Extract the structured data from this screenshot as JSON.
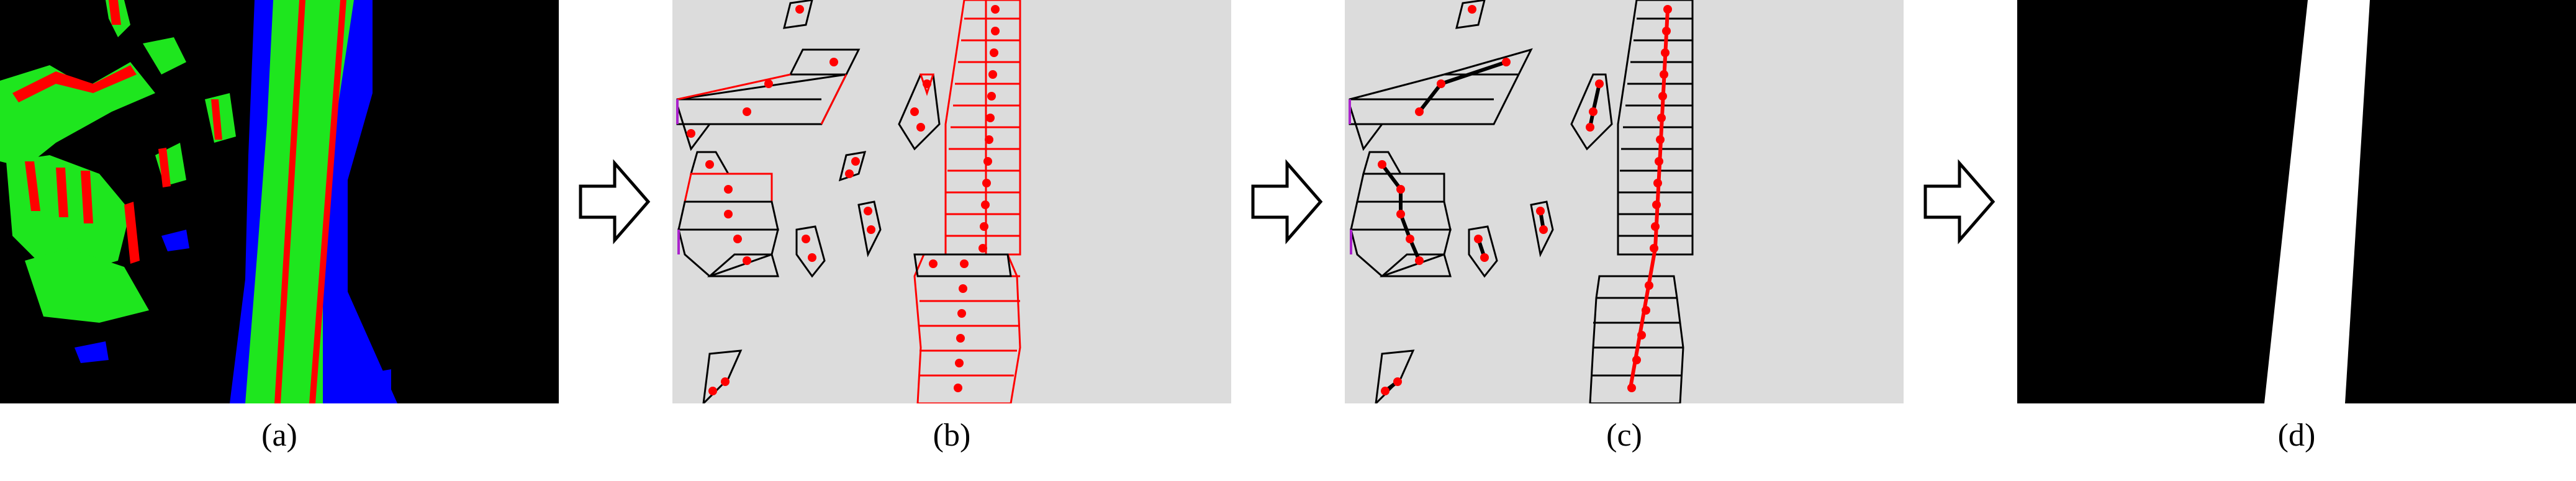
{
  "figure": {
    "panels": [
      {
        "id": "a",
        "caption": "(a)"
      },
      {
        "id": "b",
        "caption": "(b)"
      },
      {
        "id": "c",
        "caption": "(c)"
      },
      {
        "id": "d",
        "caption": "(d)"
      }
    ]
  },
  "colors": {
    "background_dark": "#000000",
    "background_gray": "#dcdcdc",
    "segment_green": "#1ee61e",
    "segment_red": "#ff0000",
    "segment_blue": "#0000ff",
    "outline": "#000000",
    "highlight_outline": "#ff0000",
    "marker": "#ff0000",
    "accent_purple": "#aa22cc",
    "mask_white": "#ffffff"
  },
  "icons": {
    "process_arrow": "right-arrow-outline-icon"
  }
}
